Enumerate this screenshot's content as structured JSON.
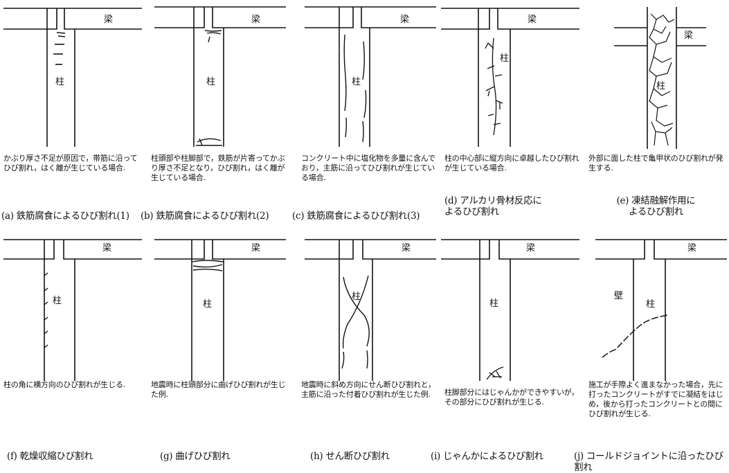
{
  "labels": {
    "column": "柱",
    "beam": "梁",
    "wall": "壁"
  },
  "panels": [
    {
      "id": "a",
      "desc": "かぶり厚さ不足が原因で，帯筋に沿ってひび割れ，はく離が生じている場合.",
      "caption": "(a) 鉄筋腐食によるひび割れ(1)"
    },
    {
      "id": "b",
      "desc": "柱頭部や柱脚部で，鉄筋が片寄ってかぶり厚さ不足となり，ひび割れ，はく離が生じている場合.",
      "caption": "(b) 鉄筋腐食によるひび割れ(2)"
    },
    {
      "id": "c",
      "desc": "コンクリート中に塩化物を多量に含んでおり，主筋に沿ってひび割れが生じている場合.",
      "caption": "(c) 鉄筋腐食によるひび割れ(3)"
    },
    {
      "id": "d",
      "desc": "柱の中心部に縦方向に卓越したひび割れが生じている場合.",
      "caption": "(d) アルカリ骨材反応に\nよるひび割れ"
    },
    {
      "id": "e",
      "desc": "外部に面した柱で亀甲状のひび割れが発生する.",
      "caption": "(e) 凍結融解作用に\nよるひび割れ"
    },
    {
      "id": "f",
      "desc": "柱の角に横方向のひび割れが生じる.",
      "caption": "(f) 乾燥収縮ひび割れ"
    },
    {
      "id": "g",
      "desc": "地震時に柱頭部分に曲げひび割れが生じた例.",
      "caption": "(g) 曲げひび割れ"
    },
    {
      "id": "h",
      "desc": "地震時に斜め方向にせん断ひび割れと，主筋に沿った付着ひび割れが生じた例.",
      "caption": "(h) せん断ひび割れ"
    },
    {
      "id": "i",
      "desc": "柱脚部分にはじゃんかができやすいが，その部分にひび割れが生じる.",
      "caption": "(i) じゃんかによるひび割れ"
    },
    {
      "id": "j",
      "desc": "施工が手際よく進まなかった場合，先に打ったコンクリートがすでに凝結をはじめ，後から打ったコンクリートとの間にひび割れが生じる.",
      "caption": "(j) コールドジョイントに沿ったひび割れ"
    }
  ]
}
